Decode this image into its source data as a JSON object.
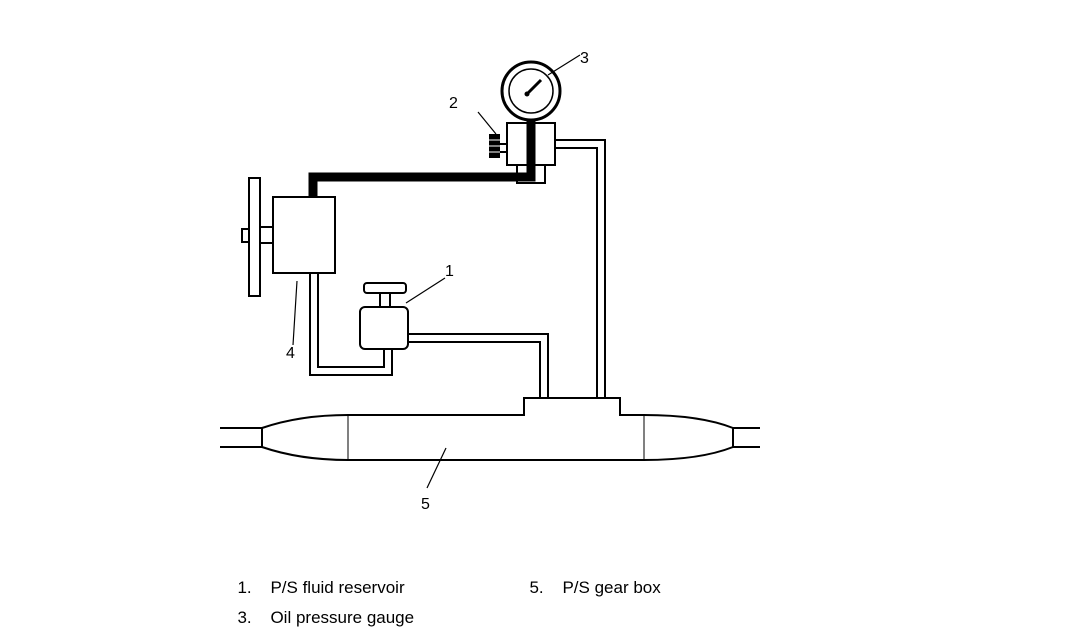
{
  "callouts": {
    "c1": "1",
    "c2": "2",
    "c3": "3",
    "c4": "4",
    "c5": "5"
  },
  "legend": [
    {
      "number": "1.",
      "label": "P/S fluid reservoir"
    },
    {
      "number": "3.",
      "label": "Oil pressure gauge"
    },
    {
      "number": "5.",
      "label": "P/S gear box"
    }
  ]
}
